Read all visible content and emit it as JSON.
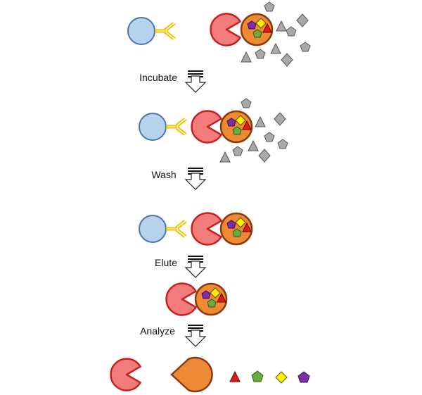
{
  "steps": [
    {
      "label": "Incubate"
    },
    {
      "label": "Wash"
    },
    {
      "label": "Elute"
    },
    {
      "label": "Analyze"
    }
  ],
  "colors": {
    "bead": "#b7d3ec",
    "antibody": "#f2c200",
    "bait": "#f27c7c",
    "prey_complex": "#ef8a34",
    "red_triangle": "#e01b1b",
    "green_pentagon": "#6cab3f",
    "yellow_diamond": "#ffee00",
    "purple_pentagon": "#7a2ea8",
    "nonspecific": "#a9a9a9"
  }
}
